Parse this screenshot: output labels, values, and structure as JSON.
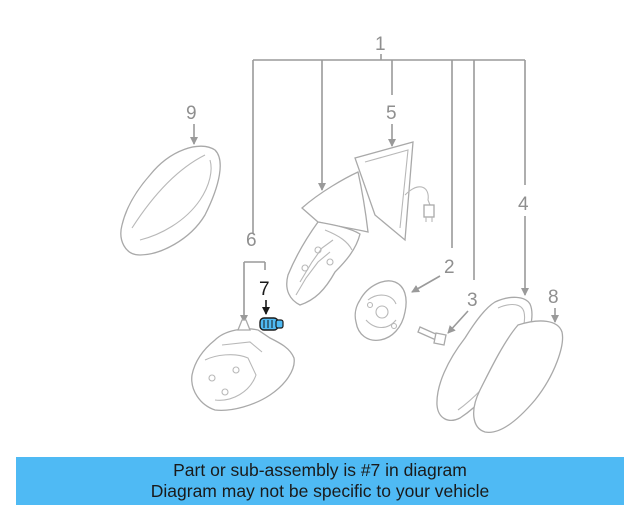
{
  "callouts": {
    "c1": "1",
    "c2": "2",
    "c3": "3",
    "c4": "4",
    "c5": "5",
    "c6": "6",
    "c7": "7",
    "c8": "8",
    "c9": "9"
  },
  "highlight_color": "#4fbaf4",
  "banner": {
    "line1": "Part or sub-assembly is #7 in diagram",
    "line2": "Diagram may not be specific to your vehicle"
  }
}
